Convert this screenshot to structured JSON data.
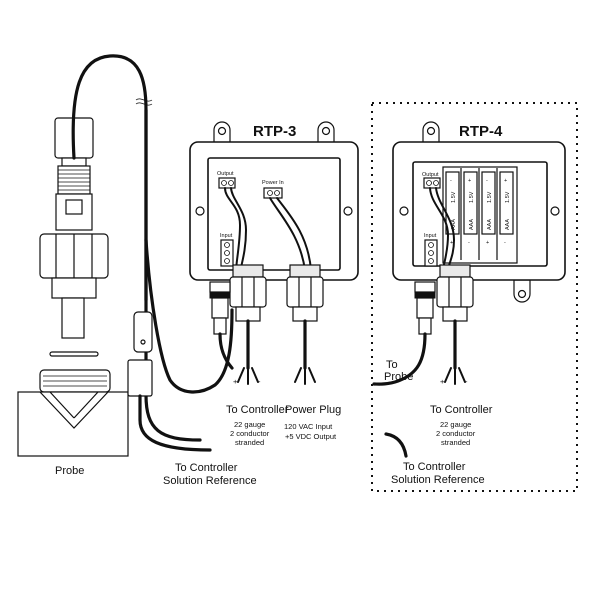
{
  "rtp3": {
    "title": "RTP-3",
    "output_label": "Output",
    "power_in_label": "Power In",
    "input_label": "Input"
  },
  "rtp4": {
    "title": "RTP-4",
    "output_label": "Output",
    "input_label": "Input",
    "battery_type": "AAA",
    "battery_voltage": "1.5V"
  },
  "labels": {
    "probe": "Probe",
    "to_controller_solution_ref": [
      "To Controller",
      "Solution Reference"
    ],
    "to_controller_rtp3": "To Controller",
    "wire_spec_rtp3": [
      "22 gauge",
      "2 conductor",
      "stranded"
    ],
    "power_plug": "Power Plug",
    "power_spec": [
      "120 VAC Input",
      "+5 VDC Output"
    ],
    "to_probe": [
      "To",
      "Probe"
    ],
    "to_controller_rtp4": "To Controller",
    "wire_spec_rtp4": [
      "22 gauge",
      "2 conductor",
      "stranded"
    ],
    "to_controller_solution_ref_rtp4": [
      "To Controller",
      "Solution Reference"
    ],
    "plus": "+",
    "minus": "-"
  }
}
